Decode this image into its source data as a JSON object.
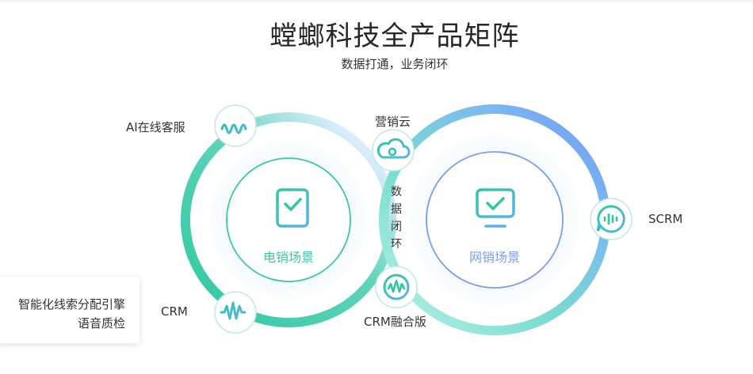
{
  "header": {
    "title": "螳螂科技全产品矩阵",
    "subtitle": "数据打通，业务闭环"
  },
  "left_scene": {
    "label": "电销场景",
    "icon": "phone-screen-check-icon",
    "color": "#3cc8a0"
  },
  "right_scene": {
    "label": "网销场景",
    "icon": "monitor-check-icon",
    "color": "#7b9cf3"
  },
  "center_text": "数据闭环",
  "products": {
    "ai_service": {
      "label": "AI在线客服",
      "icon": "wave-icon"
    },
    "marketing_cloud": {
      "label": "营销云",
      "icon": "cloud-icon"
    },
    "scrm": {
      "label": "SCRM",
      "icon": "chat-bubble-icon"
    },
    "crm": {
      "label": "CRM",
      "icon": "soundwave-icon"
    },
    "crm_fusion": {
      "label": "CRM融合版",
      "icon": "circle-wave-icon"
    }
  },
  "tooltip": {
    "line1": "智能化线索分配引擎",
    "line2": "语音质检"
  },
  "colors": {
    "green": "#2fc7a1",
    "teal": "#5cd6d0",
    "blue": "#6e95f5"
  }
}
